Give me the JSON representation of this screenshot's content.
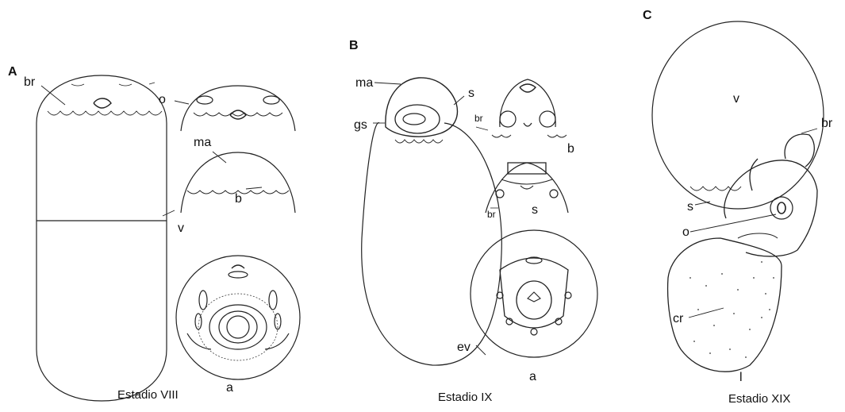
{
  "panels": {
    "a": "A",
    "b": "B",
    "c": "C"
  },
  "labels_A": {
    "br": "br",
    "o": "o",
    "ma": "ma",
    "b": "b",
    "v": "v",
    "a": "a"
  },
  "labels_B": {
    "ma": "ma",
    "s": "s",
    "br1": "br",
    "gs": "gs",
    "b": "b",
    "br2": "br",
    "s2": "s",
    "ev": "ev",
    "a": "a"
  },
  "labels_C": {
    "v": "v",
    "br": "br",
    "s": "s",
    "o": "o",
    "cr": "cr",
    "l": "l"
  },
  "captions": {
    "a": "Estadio VIII",
    "b": "Estadio IX",
    "c": "Estadio XIX"
  }
}
